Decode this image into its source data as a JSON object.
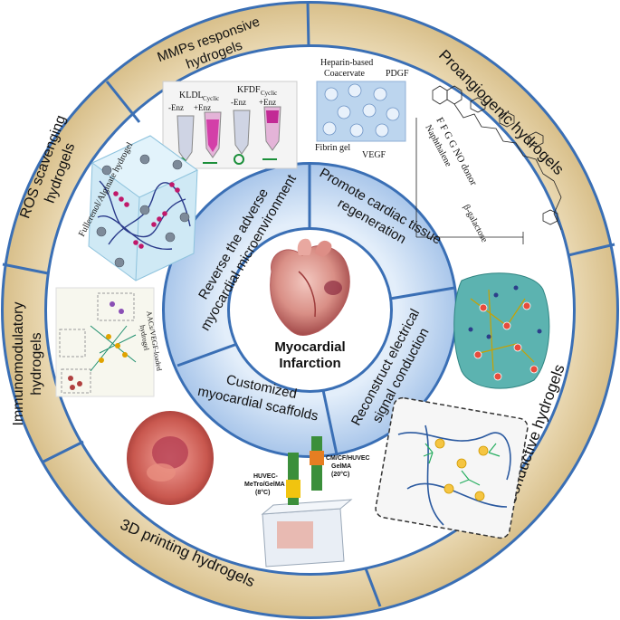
{
  "center": {
    "line1": "Myocardial",
    "line2": "Infarction"
  },
  "inner_ring": [
    {
      "lines": [
        "Reverse the adverse",
        "myocardial microenvironment"
      ]
    },
    {
      "lines": [
        "Promote cardiac tissue",
        "regeneration"
      ]
    },
    {
      "lines": [
        "Reconstruct electrical",
        "signal conduction"
      ]
    },
    {
      "lines": [
        "Customized",
        "myocardial scaffolds"
      ]
    }
  ],
  "outer_ring": [
    {
      "lines": [
        "MMPs responsive",
        "hydrogels"
      ]
    },
    {
      "lines": [
        "Proangiogenic hydrogels"
      ]
    },
    {
      "lines": [
        "Conductive hydrogels"
      ]
    },
    {
      "lines": [
        "3D printing hydrogels"
      ]
    },
    {
      "lines": [
        "Immunomodulatory",
        "hydrogels"
      ]
    },
    {
      "lines": [
        "ROS scavenging",
        "hydrogels"
      ]
    }
  ],
  "panel_mmp": {
    "kldl": "KLDL",
    "kldl_sub": "Cyclic",
    "kfdf": "KFDF",
    "kfdf_sub": "Cyclic",
    "minus_enz": "-Enz",
    "plus_enz": "+Enz"
  },
  "panel_angio": {
    "heparin": "Heparin-based",
    "coacervate": "Coacervate",
    "pdgf": "PDGF",
    "fibrin": "Fibrin gel",
    "vegf": "VEGF",
    "naphthalene": "Naphthalene",
    "sequence": "F F G G NO donor",
    "galactose": "β-galactose"
  },
  "panel_ros": {
    "label": "Fullerenol/Alginate hydrogel"
  },
  "panel_immuno": {
    "label_line1": "AACs/VEGF-loaded",
    "label_line2": "hydrogel"
  },
  "panel_print": {
    "left_line1": "HUVEC-",
    "left_line2": "MeTro/GelMA",
    "left_line3": "(8°C)",
    "right_line1": "CM/CF/HUVEC",
    "right_line2": "GelMA",
    "right_line3": "(20°C)"
  },
  "colors": {
    "outer_ring": "#e8d6ae",
    "inner_ring": "#c8daf0",
    "ring_line": "#3a6fb5",
    "heart": "#d97a7a"
  }
}
